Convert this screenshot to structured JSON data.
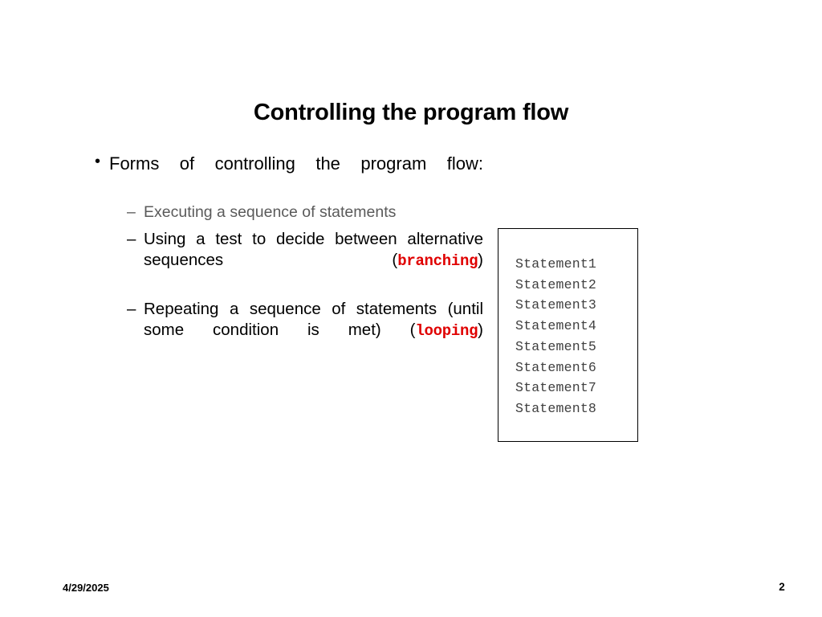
{
  "slide": {
    "title": "Controlling the program flow",
    "bullets": [
      {
        "level": 1,
        "marker": "•",
        "text": "Forms of controlling the program flow:"
      }
    ],
    "sub_bullets": [
      {
        "marker": "–",
        "style": "muted",
        "text": "Executing a sequence of statements"
      },
      {
        "marker": "–",
        "style": "normal",
        "text_before": "Using a test to decide between alternative sequences (",
        "keyword": "branching",
        "text_after": ")"
      },
      {
        "marker": "–",
        "style": "normal",
        "text_before": "Repeating a sequence of statements (until some condition is met) (",
        "keyword": "looping",
        "text_after": ")"
      }
    ],
    "statement_box": {
      "lines": [
        "Statement1",
        "Statement2",
        "Statement3",
        "Statement4",
        "Statement5",
        "Statement6",
        "Statement7",
        "Statement8"
      ]
    },
    "footer": {
      "date": "4/29/2025",
      "page_number": "2"
    },
    "colors": {
      "background": "#ffffff",
      "title_text": "#000000",
      "body_text": "#000000",
      "muted_text": "#5a5a5a",
      "keyword_red": "#e00000",
      "code_text": "#3f3f3f",
      "box_border": "#000000"
    }
  }
}
